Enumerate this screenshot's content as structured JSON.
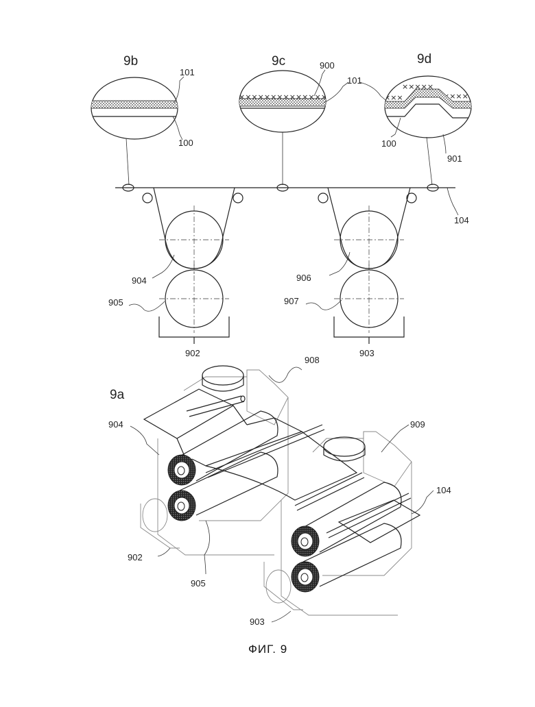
{
  "insets": {
    "b": {
      "title": "9b",
      "label_top": "101",
      "label_bottom": "100"
    },
    "c": {
      "title": "9c",
      "label_top": "900",
      "label_right": "101"
    },
    "d": {
      "title": "9d",
      "label_left": "100",
      "label_right": "901"
    }
  },
  "labels": {
    "web": "104",
    "roller_a_top": "904",
    "roller_a_bottom": "905",
    "roller_b_top": "906",
    "roller_b_bottom": "907",
    "station_a": "902",
    "station_b": "903"
  },
  "perspective": {
    "title": "9a",
    "frame_a": "908",
    "frame_b": "909",
    "roller_top": "904",
    "roller_bottom": "905",
    "station_a": "902",
    "station_b": "903",
    "web": "104"
  },
  "caption": "ФИГ. 9"
}
